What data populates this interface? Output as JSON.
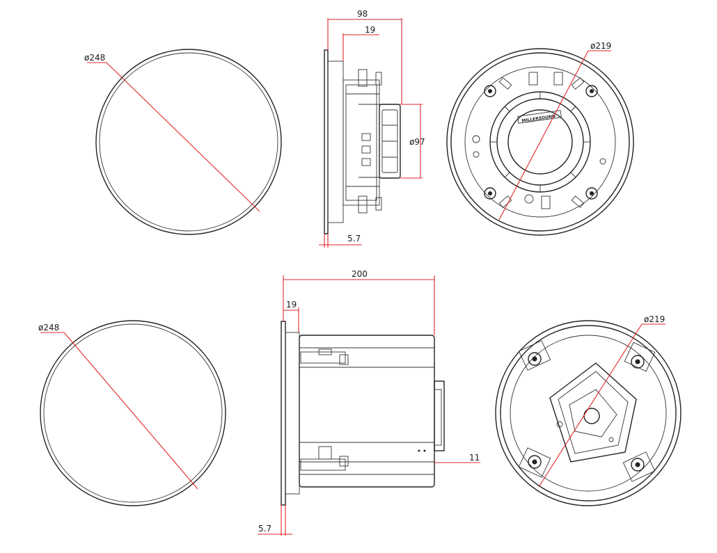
{
  "diagram": {
    "accent_color": "#e0262a",
    "line_color": "#222222",
    "top_row": {
      "face_view": {
        "diameter_label": "ø248"
      },
      "side_view": {
        "depth_label": "98",
        "flange_label": "19",
        "driver_label": "ø97",
        "bezel_label": "5.7"
      },
      "rear_view": {
        "diameter_label": "ø219",
        "brand_text": "MILLERSOUND"
      }
    },
    "bottom_row": {
      "face_view": {
        "diameter_label": "ø248"
      },
      "side_view": {
        "depth_label": "200",
        "flange_label": "19",
        "offset_label": "11",
        "bezel_label": "5.7"
      },
      "rear_view": {
        "diameter_label": "ø219"
      }
    }
  }
}
